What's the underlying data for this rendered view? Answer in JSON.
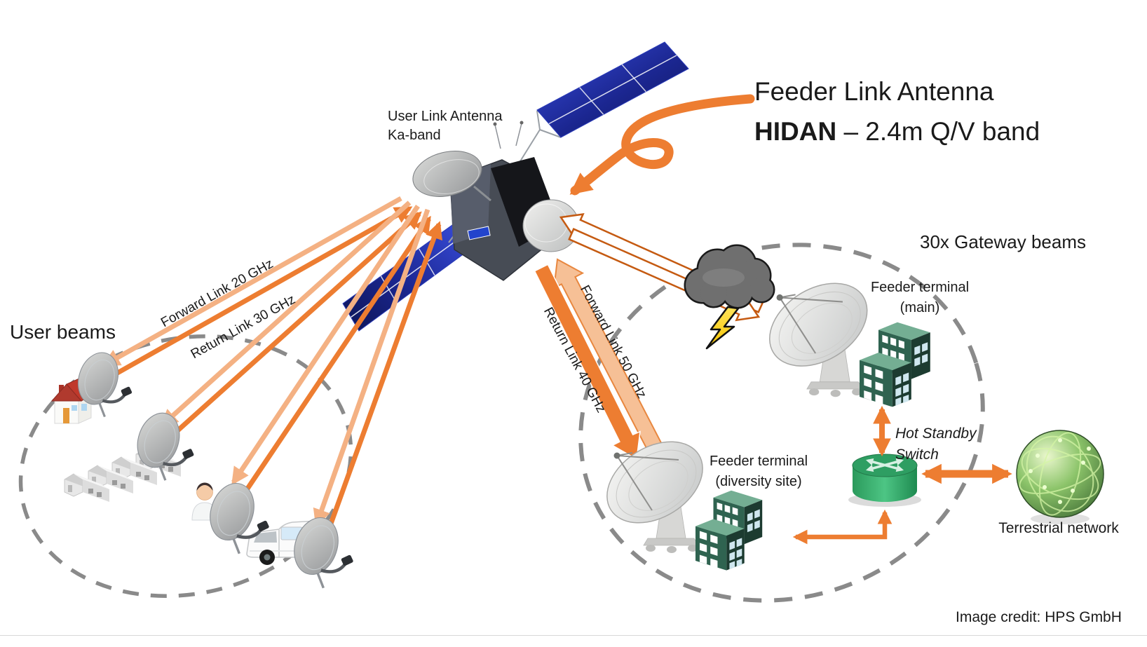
{
  "title": {
    "line1": "Feeder Link Antenna",
    "hidan": "HIDAN",
    "band": " – 2.4m Q/V band"
  },
  "labels": {
    "user_link_antenna_line1": "User Link Antenna",
    "user_link_antenna_line2": "Ka-band",
    "user_beams": "User beams",
    "gateway_beams": "30x Gateway beams",
    "forward_link_user": "Forward Link 20 GHz",
    "return_link_user": "Return Link 30 GHz",
    "forward_link_feeder": "Forward Link 50 GHz",
    "return_link_feeder": "Return Link 40 GHz",
    "feeder_terminal_main_line1": "Feeder terminal",
    "feeder_terminal_main_line2": "(main)",
    "feeder_terminal_div_line1": "Feeder terminal",
    "feeder_terminal_div_line2": "(diversity site)",
    "hot_standby_line1": "Hot Standby",
    "hot_standby_line2": "Switch",
    "terrestrial_network": "Terrestrial network",
    "image_credit": "Image credit: HPS GmbH"
  },
  "colors": {
    "arrow_orange": "#ED7D31",
    "arrow_light_orange": "#F4B183",
    "arrow_outline_orange": "#C55A11",
    "dashed_ellipse_gray": "#8A8A8A",
    "solar_panel_blue": "#1B2690",
    "building_green_top": "#74AE93",
    "building_green_front": "#2F6350",
    "building_green_side": "#1C3B30",
    "router_green": "#2E9E62",
    "globe_green": "#6CA24E",
    "cloud_gray": "#6F6F6F",
    "lightning_yellow": "#F7C600"
  }
}
